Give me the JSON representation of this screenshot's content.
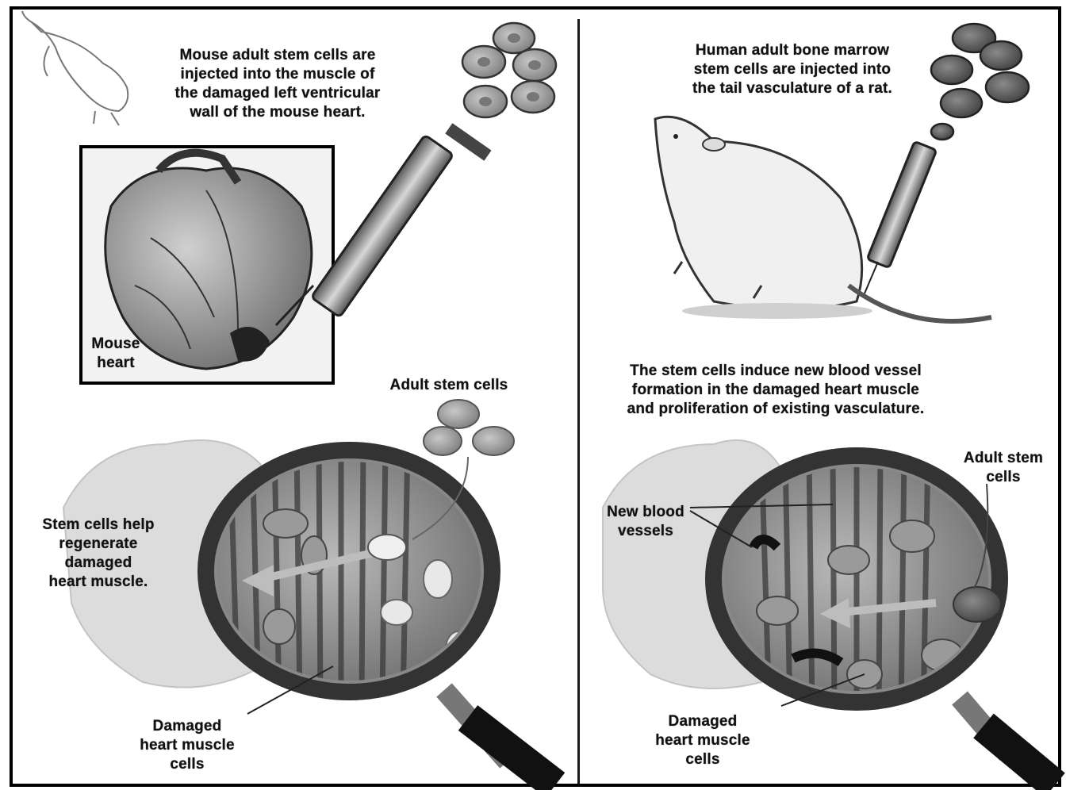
{
  "left_panel": {
    "intro_text": "Mouse adult stem cells are\ninjected into the muscle of\nthe damaged left ventricular\nwall of the mouse heart.",
    "heart_label": "Mouse\nheart",
    "stem_cells_label": "Adult stem cells",
    "regenerate_text": "Stem cells help\nregenerate\ndamaged\nheart muscle.",
    "damaged_cells_label": "Damaged\nheart muscle\ncells"
  },
  "right_panel": {
    "intro_text": "Human adult bone marrow\nstem cells are injected into\nthe tail vasculature of a rat.",
    "induce_text": "The stem cells induce new blood vessel\nformation in the damaged heart muscle\nand proliferation of existing vasculature.",
    "stem_cells_label": "Adult stem\ncells",
    "vessels_label": "New blood\nvessels",
    "damaged_cells_label": "Damaged\nheart muscle\ncells"
  }
}
